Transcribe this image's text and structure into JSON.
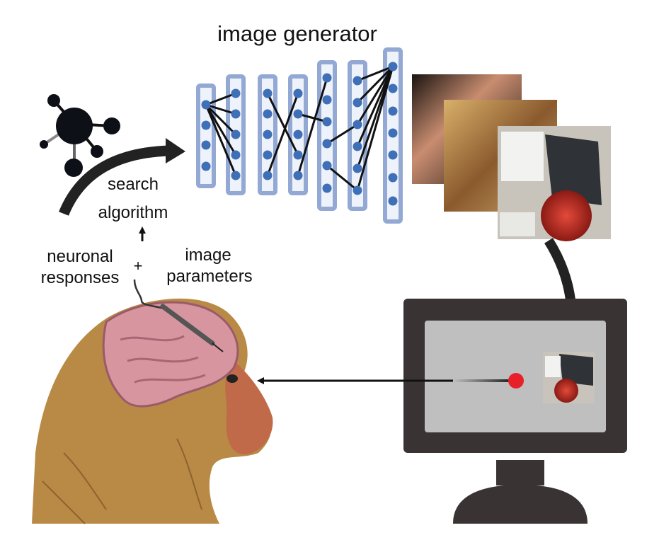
{
  "title": "image generator",
  "labels": {
    "search": "search",
    "algorithm": "algorithm",
    "neuronal": "neuronal",
    "responses": "responses",
    "plus": "+",
    "image": "image",
    "parameters": "parameters"
  },
  "colors": {
    "node": "#3f6fb6",
    "layer_border": "#93a9d4",
    "layer_fill": "#eef3fb",
    "monitor": "#393334",
    "screen": "#bebfbe",
    "fixation": "#e8202a",
    "fur": "#b98a45",
    "brain": "#d795a0",
    "face": "#c06a4a"
  }
}
